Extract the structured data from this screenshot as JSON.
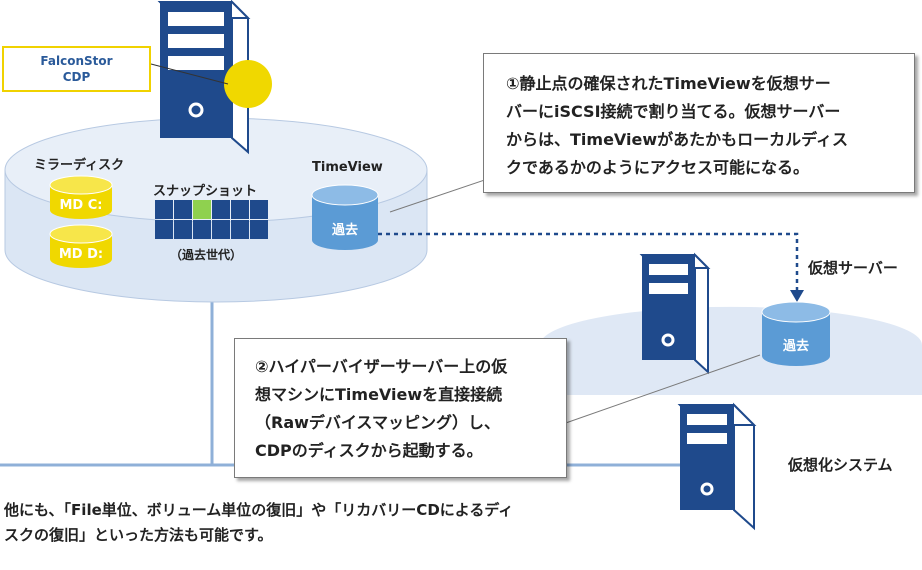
{
  "software_label": [
    "FalconStor",
    "CDP"
  ],
  "mirror_disk_label": "ミラーディスク",
  "md_c_label": "MD C:",
  "md_d_label": "MD D:",
  "snapshot_label": "スナップショット",
  "generations_label": "（過去世代）",
  "timeview_label": "TimeView",
  "past_label_left": "過去",
  "past_label_right": "過去",
  "virtual_server_label": "仮想サーバー",
  "virtual_system_label": "仮想化システム",
  "callout1_text": [
    "①静止点の確保されたTimeViewを仮想サー",
    "バーにiSCSI接続で割り当てる。仮想サーバー",
    "からは、TimeViewがあたかもローカルディス",
    "クであるかのようにアクセス可能になる。"
  ],
  "callout2_text": [
    "②ハイパーバイザーサーバー上の仮",
    "想マシンにTimeViewを直接接続",
    "（Rawデバイスマッピング）し、",
    "CDPのディスクから起動する。"
  ],
  "footer_text": [
    "他にも、「File単位、ボリューム単位の復旧」や「リカバリーCDによるディ",
    "スクの復旧」といった方法も可能です。"
  ],
  "colors": {
    "server_blue": "#1f4a8c",
    "disk_yellow": "#f0d800",
    "disk_blue": "#5b9bd5",
    "platform": "#dbe6f4",
    "highlight_green": "#8fd14f"
  }
}
